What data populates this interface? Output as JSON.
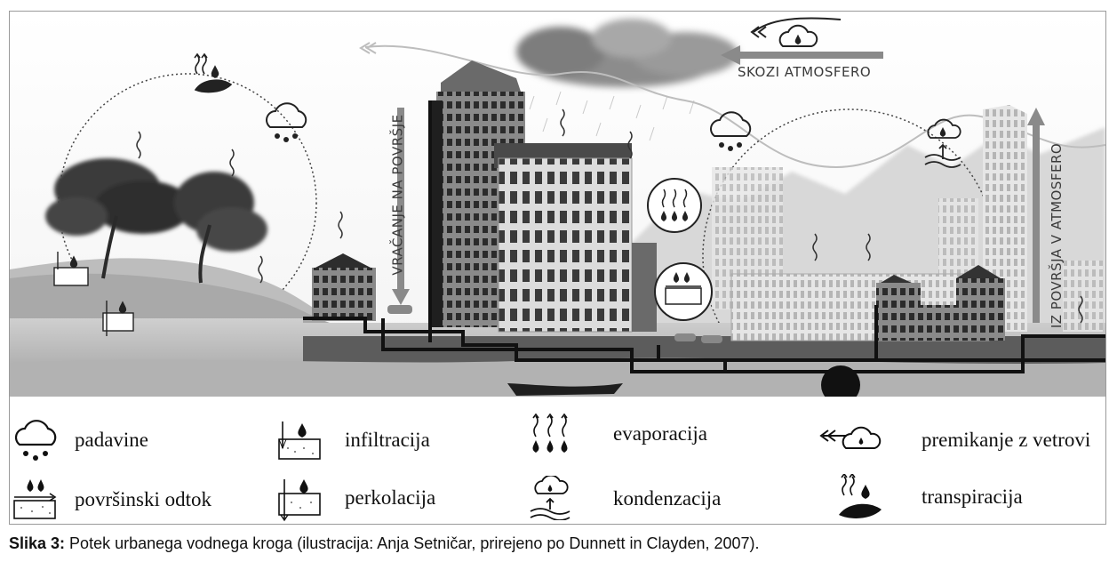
{
  "illustration": {
    "labels": {
      "surface_return": "VRAČANJE NA POVRŠJE",
      "through_atmosphere": "SKOZI ATMOSFERO",
      "to_atmosphere": "IZ POVRŠJA V ATMOSFERO"
    }
  },
  "legend": {
    "items": [
      {
        "label": "padavine",
        "icon": "rain-cloud-icon"
      },
      {
        "label": "infiltracija",
        "icon": "infiltration-icon"
      },
      {
        "label": "evaporacija",
        "icon": "evaporation-icon"
      },
      {
        "label": "premikanje z vetrovi",
        "icon": "wind-cloud-icon"
      },
      {
        "label": "površinski odtok",
        "icon": "runoff-icon"
      },
      {
        "label": "perkolacija",
        "icon": "percolation-icon"
      },
      {
        "label": "kondenzacija",
        "icon": "condensation-icon"
      },
      {
        "label": "transpiracija",
        "icon": "transpiration-icon"
      }
    ]
  },
  "caption": {
    "prefix": "Slika 3:",
    "text": " Potek urbanega vodnega kroga (ilustracija: Anja Setničar, prirejeno po Dunnett in Clayden, 2007)."
  }
}
